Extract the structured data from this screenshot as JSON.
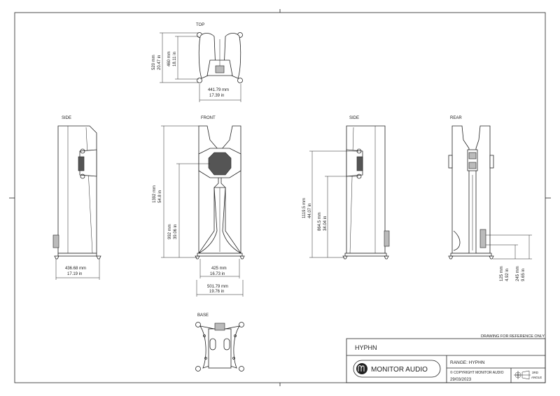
{
  "views": {
    "top": "TOP",
    "side_left": "SIDE",
    "front": "FRONT",
    "side_right": "SIDE",
    "rear": "REAR",
    "base": "BASE"
  },
  "dims": {
    "top_depth_mm": "520 mm",
    "top_depth_in": "20.47 in",
    "top_inner_mm": "460 mm",
    "top_inner_in": "18.11 in",
    "top_width_mm": "441.79 mm",
    "top_width_in": "17.39 in",
    "side_depth_mm": "436.68 mm",
    "side_depth_in": "17.19 in",
    "front_height_mm": "1392 mm",
    "front_height_in": "54.8 in",
    "front_center_mm": "992 mm",
    "front_center_in": "39.06 in",
    "front_inner_mm": "425 mm",
    "front_inner_in": "16.73 in",
    "front_outer_mm": "501.79 mm",
    "front_outer_in": "19.76 in",
    "side_upper_mm": "1119.5 mm",
    "side_upper_in": "44.07 in",
    "side_lower_mm": "864.5 mm",
    "side_lower_in": "34.04 in",
    "rear_a_mm": "125 mm",
    "rear_a_in": "4.92 in",
    "rear_b_mm": "245 mm",
    "rear_b_in": "9.65 in"
  },
  "title_block": {
    "note": "DRAWING FOR REFERENCE ONLY",
    "product": "HYPHN",
    "brand": "MONITOR AUDIO",
    "range": "RANGE: HYPHN",
    "copyright": "© COPYRIGHT MONITOR AUDIO",
    "date": "29/03/2023",
    "projection_line1": "3RD",
    "projection_line2": "ANGLE"
  },
  "colors": {
    "line": "#222222",
    "background": "#ffffff"
  }
}
